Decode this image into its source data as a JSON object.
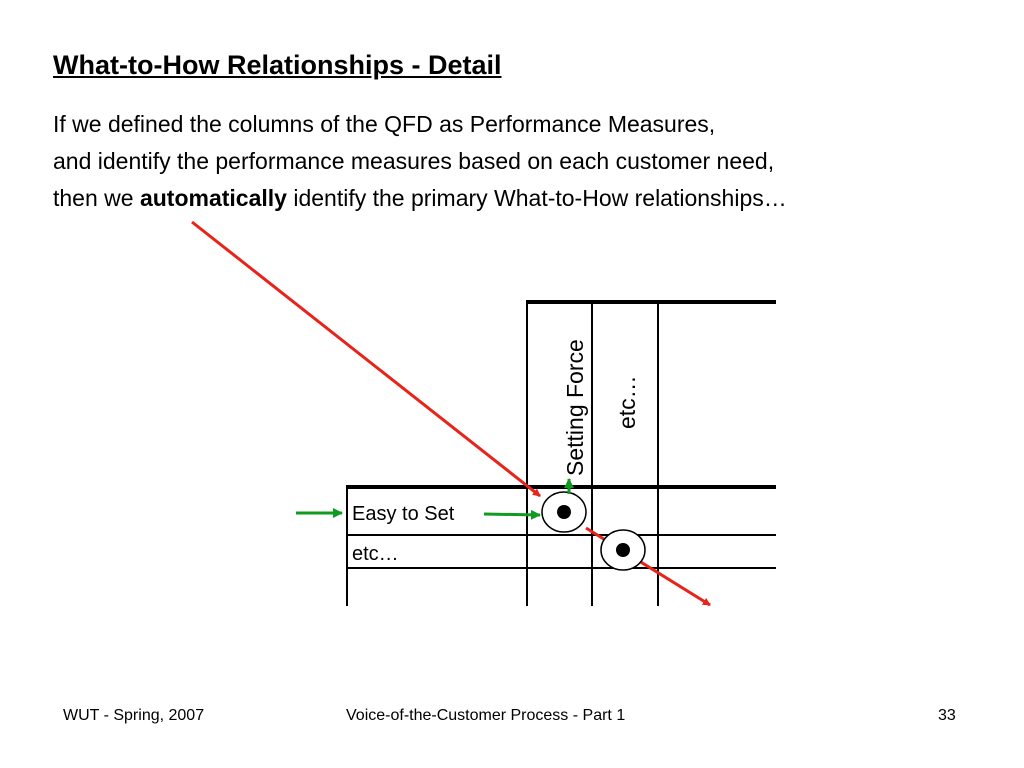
{
  "slide": {
    "title": "What-to-How Relationships - Detail",
    "line1": "If we defined the columns of the QFD as Performance Measures,",
    "line2": "and identify the performance measures based on each customer need,",
    "line3_before": "then we ",
    "line3_bold": "automatically",
    "line3_after": " identify the primary What-to-How relationships…"
  },
  "matrix": {
    "columns": [
      "Setting Force",
      "etc…"
    ],
    "rows": [
      "Easy to Set",
      "etc…"
    ]
  },
  "colors": {
    "red_arrow": "#e8231a",
    "green_arrow": "#109a22",
    "grid": "#000000"
  },
  "footer": {
    "left": "WUT - Spring, 2007",
    "center": "Voice-of-the-Customer Process - Part 1",
    "page": "33"
  }
}
